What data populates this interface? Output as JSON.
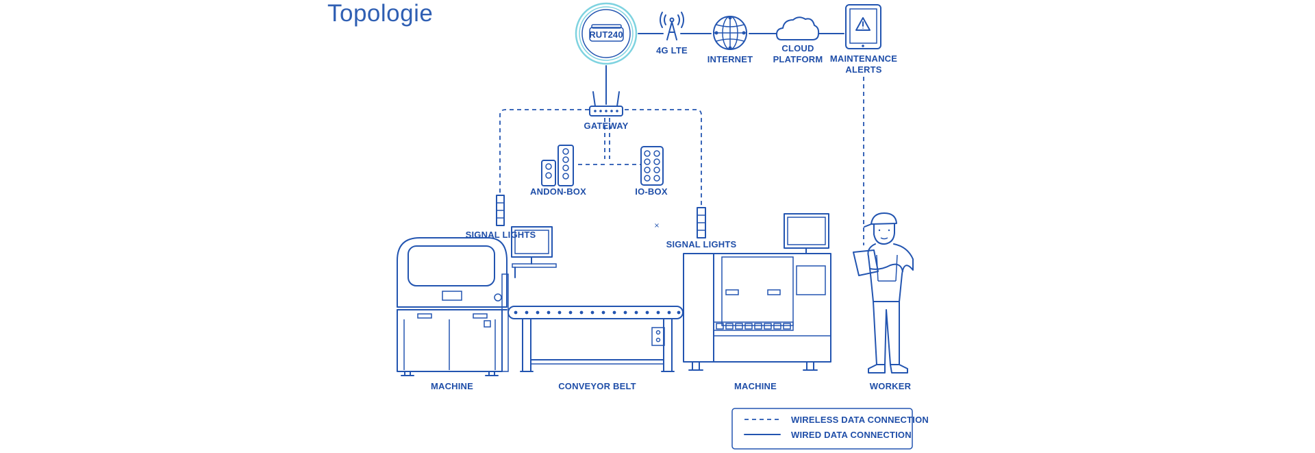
{
  "title": "Topologie",
  "router": {
    "label": "RUT240"
  },
  "nodes": {
    "lte": "4G LTE",
    "internet": "INTERNET",
    "cloud_line1": "CLOUD",
    "cloud_line2": "PLATFORM",
    "alerts_line1": "MAINTENANCE",
    "alerts_line2": "ALERTS",
    "gateway": "GATEWAY",
    "andon": "ANDON-BOX",
    "io": "IO-BOX",
    "signal_left": "SIGNAL LIGHTS",
    "signal_right": "SIGNAL LIGHTS",
    "machine_left": "MACHINE",
    "conveyor": "CONVEYOR BELT",
    "machine_right": "MACHINE",
    "worker": "WORKER"
  },
  "legend": {
    "wireless": "WIRELESS DATA CONNECTION",
    "wired": "WIRED DATA CONNECTION"
  },
  "colors": {
    "primary": "#2254b0",
    "title": "#2f5fb3",
    "router_ring": "#7ed3e0"
  },
  "icons": [
    "router-icon",
    "cell-tower-icon",
    "globe-icon",
    "cloud-icon",
    "tablet-alert-icon",
    "gateway-icon",
    "andon-box-icon",
    "io-box-icon",
    "signal-light-icon",
    "machine-icon",
    "conveyor-belt-icon",
    "worker-icon"
  ]
}
